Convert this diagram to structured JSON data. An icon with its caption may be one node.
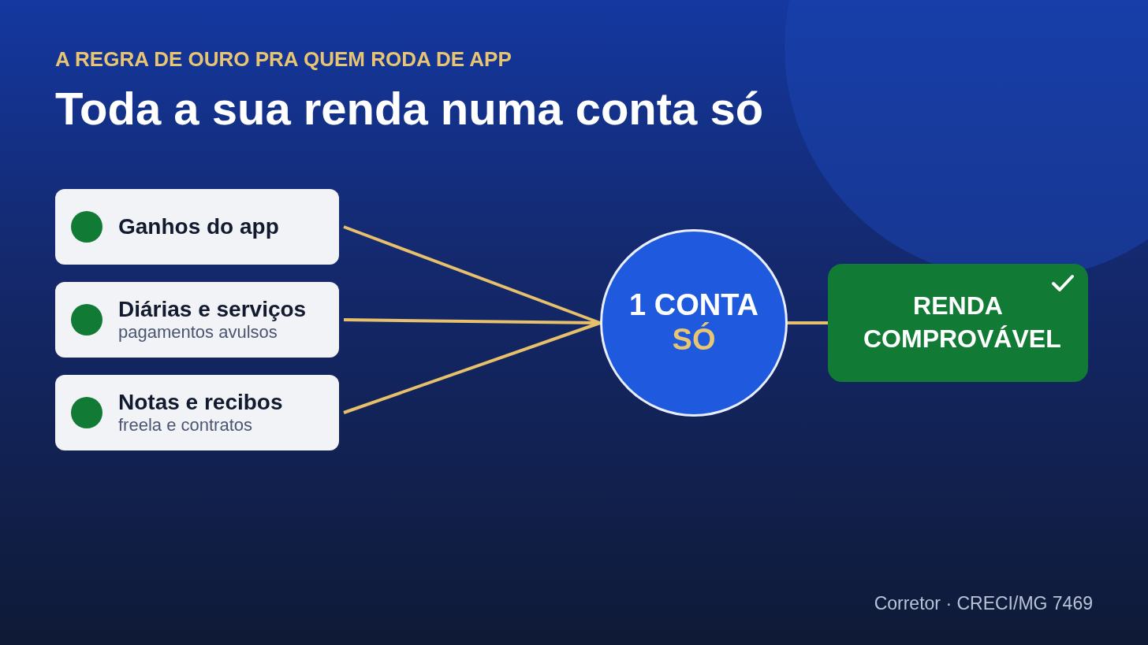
{
  "diagram": {
    "title": "Toda a sua renda numa conta só",
    "nodes": [
      {
        "text": [
          "Ganhos do app"
        ]
      },
      {
        "text": [
          "Diárias e serviços",
          "pagamentos avulsos"
        ]
      },
      {
        "text": [
          "Notas e recibos",
          "freela e contratos"
        ]
      },
      {
        "text": [
          "1 CONTA",
          "SÓ"
        ]
      },
      {
        "text": [
          "RENDA COMPROVÁVEL"
        ]
      }
    ],
    "edges": [
      {
        "from": 0,
        "to": 3,
        "arrow": "none"
      },
      {
        "from": 1,
        "to": 3,
        "arrow": "none"
      },
      {
        "from": 2,
        "to": 3,
        "arrow": "none"
      },
      {
        "from": 3,
        "to": 4,
        "arrow": "none"
      }
    ],
    "labels": [
      "A REGRA DE OURO PRA QUEM RODA DE APP",
      "Corretor · CRECI/MG 7469"
    ]
  }
}
